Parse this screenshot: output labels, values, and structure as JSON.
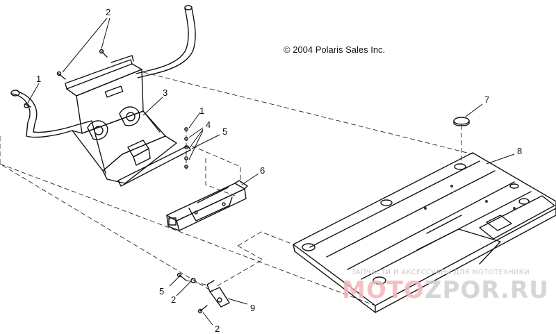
{
  "copyright": "© 2004 Polaris Sales Inc.",
  "callouts": {
    "c2_top": "2",
    "c1_left": "1",
    "c3": "3",
    "c1_mid": "1",
    "c4": "4",
    "c5_mid": "5",
    "c6": "6",
    "c7": "7",
    "c8": "8",
    "c5_bottom": "5",
    "c2_bottom_a": "2",
    "c9": "9",
    "c2_bottom_b": "2"
  },
  "watermark": {
    "tagline": "ЗАПЧАСТИ И АКСЕССУАРЫ ДЛЯ МОТОТЕХНИКИ",
    "brand_part1": "MOTO",
    "brand_part2": "ZPOR.RU"
  }
}
